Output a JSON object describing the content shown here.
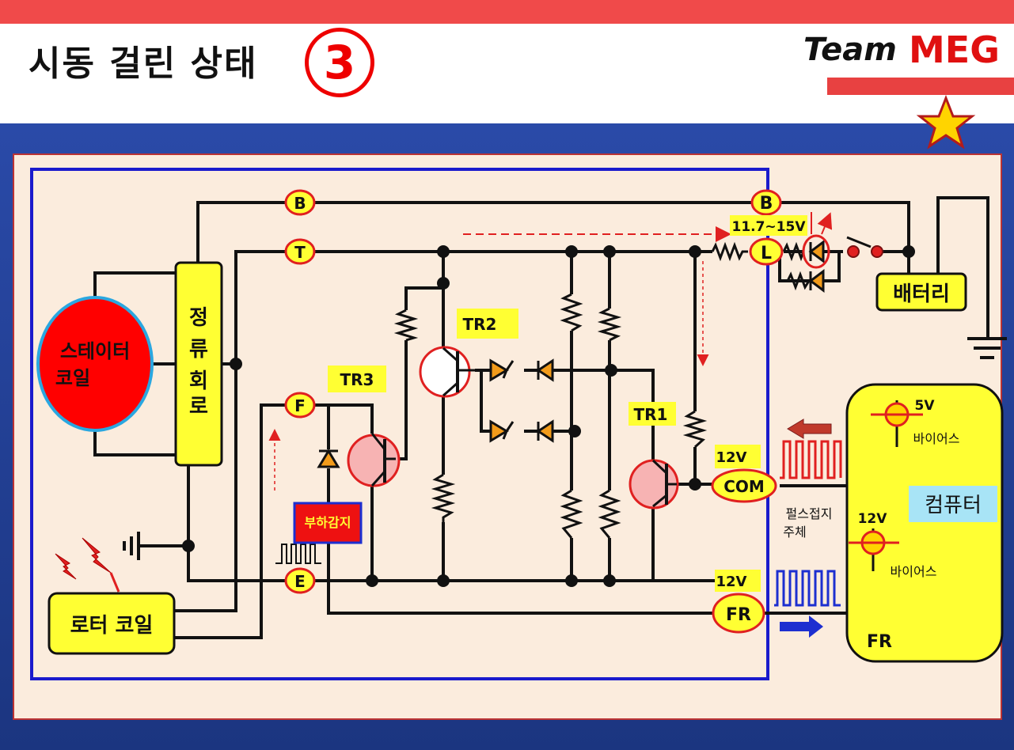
{
  "header": {
    "title": "시동 걸린 상태",
    "step_number": "3",
    "logo_team": "Team",
    "logo_brand": "MEG"
  },
  "icons": {
    "star": "star-icon",
    "ground": "ground-icon",
    "spark": "spark-icon"
  },
  "colors": {
    "brand_red": "#e01010",
    "component_yellow": "#ffff00",
    "stator_red": "#ff0000",
    "wire": "#111111",
    "signal_red": "#e02020",
    "signal_blue": "#1d2fd0",
    "frame_blue": "#1a1acc"
  },
  "diagram": {
    "components": {
      "stator_coil": "스테이터\n코일",
      "stator_line1": "스테이터",
      "stator_line2": "코일",
      "rectifier_c1": "정",
      "rectifier_c2": "류",
      "rectifier_c3": "회",
      "rectifier_c4": "로",
      "rotor_coil": "로터 코일",
      "battery": "배터리",
      "load_detect": "부하감지",
      "computer": "컴퓨터"
    },
    "terminals": {
      "b_inner": "B",
      "b_outer": "B",
      "t": "T",
      "l": "L",
      "f": "F",
      "e": "E",
      "com": "COM",
      "fr": "FR"
    },
    "transistors": {
      "tr1": "TR1",
      "tr2": "TR2",
      "tr3": "TR3"
    },
    "labels": {
      "voltage_l": "11.7~15V",
      "com_voltage": "12V",
      "fr_voltage": "12V",
      "ecu_5v": "5V",
      "ecu_bias1": "바이어스",
      "ecu_12v": "12V",
      "ecu_bias2": "바이어스",
      "ecu_fr": "FR",
      "pulse_line1": "펄스접지",
      "pulse_line2": "주체"
    }
  }
}
